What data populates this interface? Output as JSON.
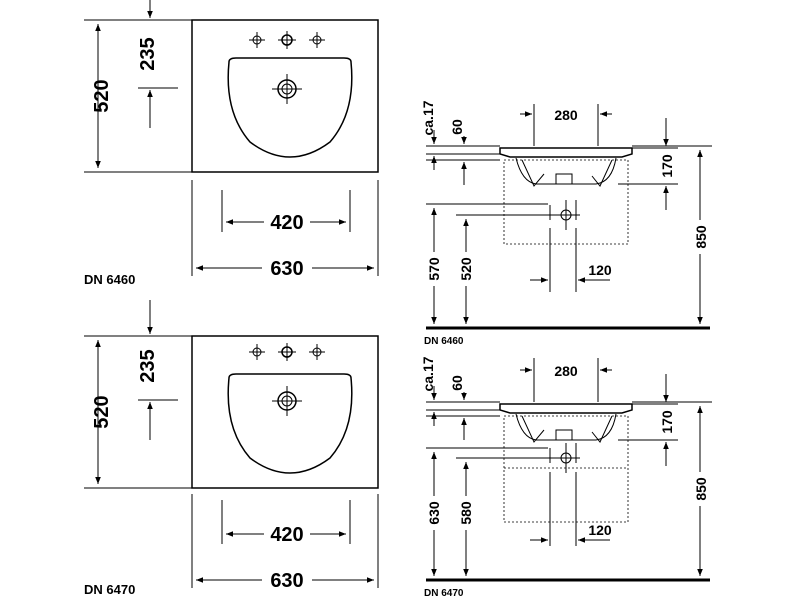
{
  "top_view_a": {
    "depth": "520",
    "tap_offset": "235",
    "bowl_width": "420",
    "overall_width": "630",
    "model": "DN 6460"
  },
  "side_view_a": {
    "ca": "ca.17",
    "rim": "60",
    "tap_span": "280",
    "bowl_height": "170",
    "height_total": "850",
    "floor_to_cabinet": "570",
    "floor_to_drain": "520",
    "drain_offset": "120",
    "model": "DN 6460"
  },
  "top_view_b": {
    "depth": "520",
    "tap_offset": "235",
    "bowl_width": "420",
    "overall_width": "630",
    "model": "DN 6470"
  },
  "side_view_b": {
    "ca": "ca.17",
    "rim": "60",
    "tap_span": "280",
    "bowl_height": "170",
    "height_total": "850",
    "floor_to_cabinet": "630",
    "floor_to_drain": "580",
    "drain_offset": "120",
    "model": "DN 6470"
  }
}
